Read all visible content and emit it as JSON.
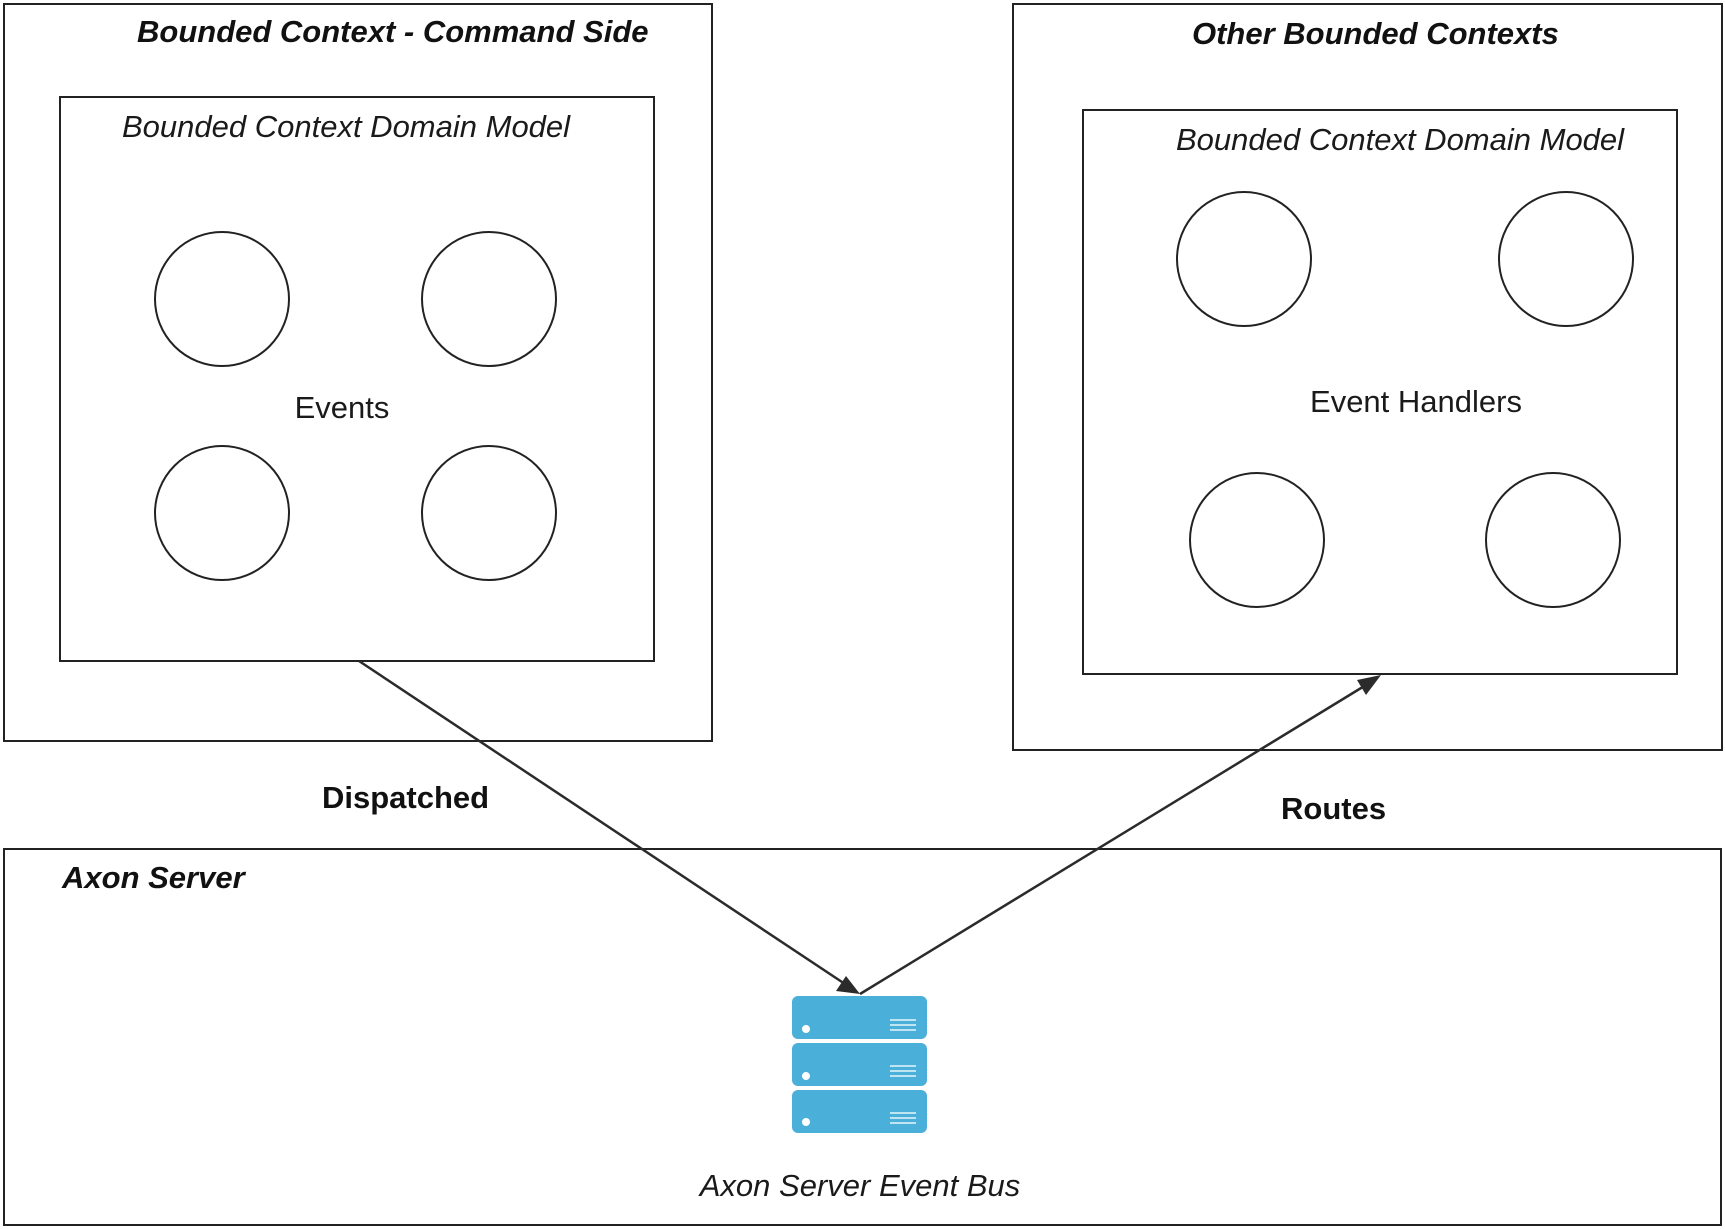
{
  "command_side": {
    "title": "Bounded Context - Command Side",
    "domain_model": {
      "title": "Bounded  Context Domain Model",
      "center_label": "Events"
    }
  },
  "other_contexts": {
    "title": "Other Bounded Contexts",
    "domain_model": {
      "title": "Bounded Context Domain Model",
      "center_label": "Event Handlers"
    }
  },
  "axon_server": {
    "title": "Axon Server",
    "event_bus": {
      "label": "Axon Server Event Bus",
      "icon": "server-stack-icon",
      "color": "#4aafd9"
    }
  },
  "edges": {
    "dispatched": {
      "label": "Dispatched"
    },
    "routes": {
      "label": "Routes"
    }
  }
}
